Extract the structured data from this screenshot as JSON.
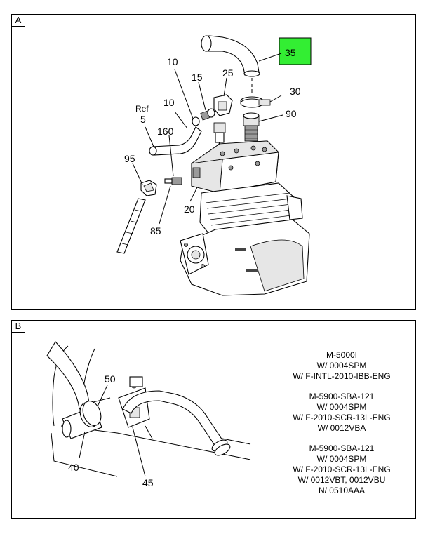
{
  "panels": {
    "a": {
      "tag": "A"
    },
    "b": {
      "tag": "B"
    }
  },
  "colors": {
    "highlight": "#33ee33",
    "line": "#000000"
  },
  "callouts_a": {
    "c35": "35",
    "c30": "30",
    "c90": "90",
    "c25": "25",
    "c15": "15",
    "c10_top": "10",
    "c10_mid": "10",
    "ref": "Ref",
    "c5": "5",
    "c160": "160",
    "c95": "95",
    "c85": "85",
    "c20": "20"
  },
  "callouts_b": {
    "c50": "50",
    "c40": "40",
    "c45": "45"
  },
  "notes": [
    [
      "M-5000I",
      "W/ 0004SPM",
      "W/ F-INTL-2010-IBB-ENG"
    ],
    [
      "M-5900-SBA-121",
      "W/ 0004SPM",
      "W/ F-2010-SCR-13L-ENG",
      "W/ 0012VBA"
    ],
    [
      "M-5900-SBA-121",
      "W/ 0004SPM",
      "W/ F-2010-SCR-13L-ENG",
      "W/ 0012VBT, 0012VBU",
      "N/ 0510AAA"
    ]
  ]
}
